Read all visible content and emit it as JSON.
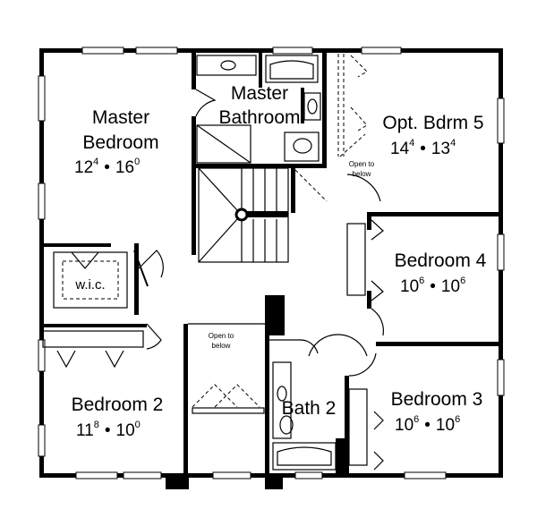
{
  "rooms": {
    "master_bedroom": {
      "name_line1": "Master",
      "name_line2": "Bedroom",
      "w_ft": "12",
      "w_in": "4",
      "sep": "•",
      "d_ft": "16",
      "d_in": "0"
    },
    "master_bathroom": {
      "name_line1": "Master",
      "name_line2": "Bathroom"
    },
    "opt_bedroom_5": {
      "name": "Opt. Bdrm 5",
      "w_ft": "14",
      "w_in": "4",
      "sep": "•",
      "d_ft": "13",
      "d_in": "4"
    },
    "bedroom_4": {
      "name": "Bedroom 4",
      "w_ft": "10",
      "w_in": "6",
      "sep": "•",
      "d_ft": "10",
      "d_in": "6"
    },
    "bedroom_3": {
      "name": "Bedroom 3",
      "w_ft": "10",
      "w_in": "6",
      "sep": "•",
      "d_ft": "10",
      "d_in": "6"
    },
    "bedroom_2": {
      "name": "Bedroom 2",
      "w_ft": "11",
      "w_in": "8",
      "sep": "•",
      "d_ft": "10",
      "d_in": "0"
    },
    "bath_2": {
      "name": "Bath 2"
    },
    "wic": {
      "name": "w.i.c."
    }
  },
  "notes": {
    "open_below_1_line1": "Open to",
    "open_below_1_line2": "below",
    "open_below_2_line1": "Open to",
    "open_below_2_line2": "below"
  }
}
